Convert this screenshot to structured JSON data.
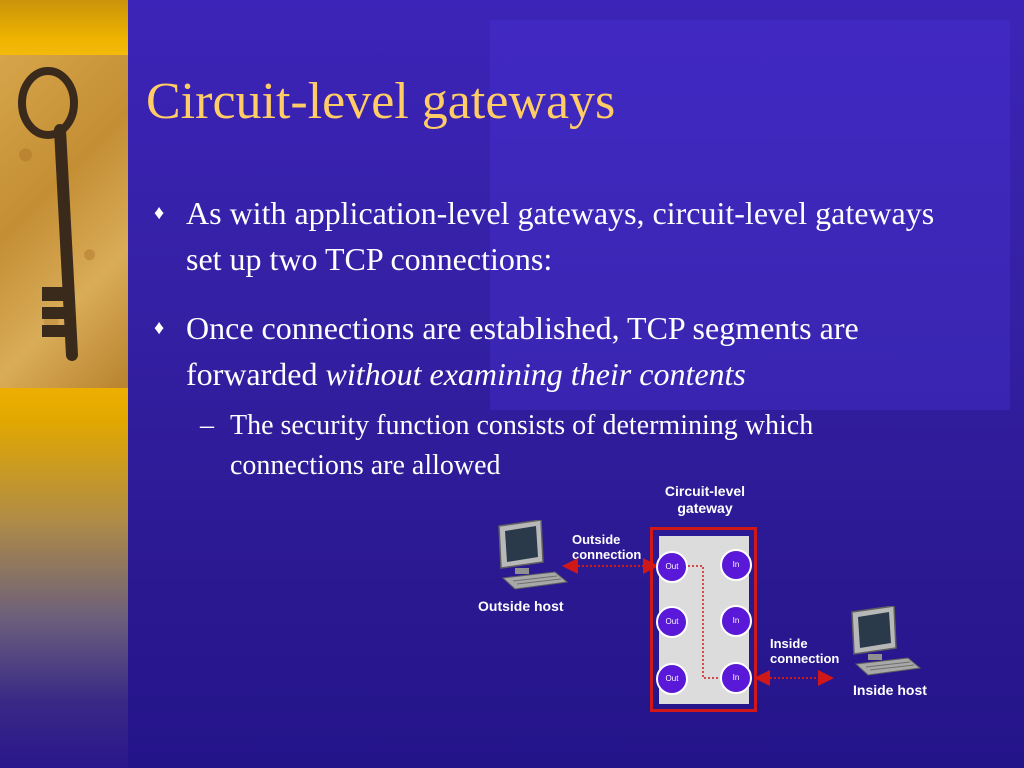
{
  "slide": {
    "title": "Circuit-level gateways",
    "bullets": [
      {
        "text": "As with application-level gateways, circuit-level gateways set up two TCP connections:"
      },
      {
        "text_plain": "Once connections are established, TCP segments are forwarded ",
        "text_italic": "without examining their contents",
        "sub_bullets": [
          {
            "dash": "–",
            "text": "The security function consists of determining which connections are allowed"
          }
        ]
      }
    ],
    "bullet_symbol": "♦"
  },
  "diagram": {
    "gateway_label_line1": "Circuit-level",
    "gateway_label_line2": "gateway",
    "outside_connection_line1": "Outside",
    "outside_connection_line2": "connection",
    "inside_connection_line1": "Inside",
    "inside_connection_line2": "connection",
    "outside_host": "Outside host",
    "inside_host": "Inside  host",
    "ports": {
      "out": "Out",
      "in": "In"
    }
  },
  "colors": {
    "title": "#ffcc66",
    "background": "#3420a4",
    "left_band": "#f0b400",
    "gateway_border": "#d01818",
    "port_fill": "#5a18d8",
    "connection_line": "#d01818"
  }
}
